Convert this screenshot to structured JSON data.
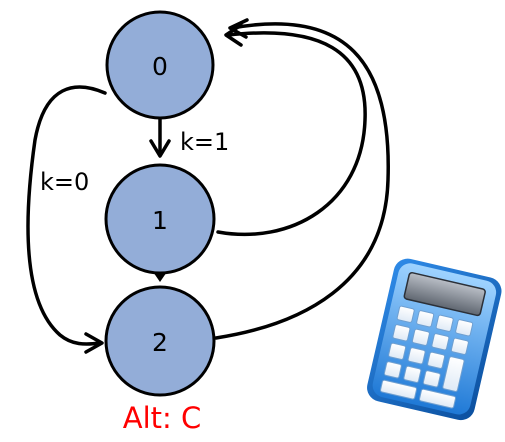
{
  "diagram": {
    "states": [
      {
        "id": "state-0",
        "label": "0"
      },
      {
        "id": "state-1",
        "label": "1"
      },
      {
        "id": "state-2",
        "label": "2"
      }
    ],
    "edges": {
      "zero_to_one": "k=1",
      "zero_to_two": "k=0"
    },
    "caption": "Alt: C",
    "colors": {
      "node_fill": "#93ADD8",
      "node_stroke": "#000000",
      "edge": "#000000",
      "caption": "#FF0000"
    },
    "icon": "calculator-icon"
  }
}
